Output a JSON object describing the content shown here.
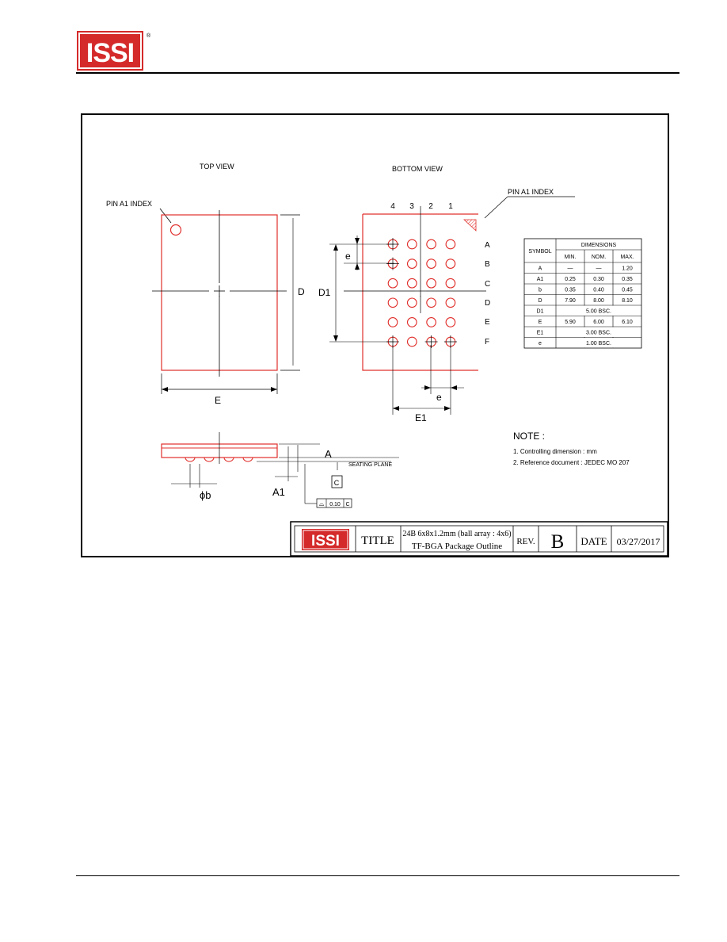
{
  "brand": {
    "logo_text": "ISSI",
    "registered_mark": "®",
    "logo_color": "#d42a2a"
  },
  "drawing": {
    "top_view_label": "TOP VIEW",
    "bottom_view_label": "BOTTOM VIEW",
    "pin_a1_index_top": "PIN A1 INDEX",
    "pin_a1_index_bottom": "PIN A1 INDEX",
    "column_labels": [
      "4",
      "3",
      "2",
      "1"
    ],
    "row_labels": [
      "A",
      "B",
      "C",
      "D",
      "E",
      "F"
    ],
    "dim_D": "D",
    "dim_D1": "D1",
    "dim_E": "E",
    "dim_E1": "E1",
    "dim_e_vertical": "e",
    "dim_e_horizontal": "e",
    "dim_A": "A",
    "dim_A1": "A1",
    "dim_b": "ϕb",
    "seating_plane": "SEATING PLANE",
    "datum_c": "C",
    "tolerance": "0.10",
    "tolerance_datum": "C",
    "tolerance_symbol": "⌓"
  },
  "dimensions_table": {
    "header_symbol": "SYMBOL",
    "header_dimensions": "DIMENSIONS",
    "sub_headers": [
      "MIN.",
      "NOM.",
      "MAX."
    ],
    "rows": [
      {
        "symbol": "A",
        "min": "—",
        "nom": "—",
        "max": "1.20"
      },
      {
        "symbol": "A1",
        "min": "0.25",
        "nom": "0.30",
        "max": "0.35"
      },
      {
        "symbol": "b",
        "min": "0.35",
        "nom": "0.40",
        "max": "0.45"
      },
      {
        "symbol": "D",
        "min": "7.90",
        "nom": "8.00",
        "max": "8.10"
      },
      {
        "symbol": "D1",
        "span": "5.00 BSC."
      },
      {
        "symbol": "E",
        "min": "5.90",
        "nom": "6.00",
        "max": "6.10"
      },
      {
        "symbol": "E1",
        "span": "3.00 BSC."
      },
      {
        "symbol": "e",
        "span": "1.00 BSC."
      }
    ]
  },
  "notes": {
    "title": "NOTE :",
    "items": [
      "1. Controlling dimension : mm",
      "2. Reference document : JEDEC MO 207"
    ]
  },
  "title_block": {
    "title_label": "TITLE",
    "title_line1": "24B 6x8x1.2mm (ball array : 4x6)",
    "title_line2": "TF-BGA  Package  Outline",
    "rev_label": "REV.",
    "rev_value": "B",
    "date_label": "DATE",
    "date_value": "03/27/2017"
  }
}
